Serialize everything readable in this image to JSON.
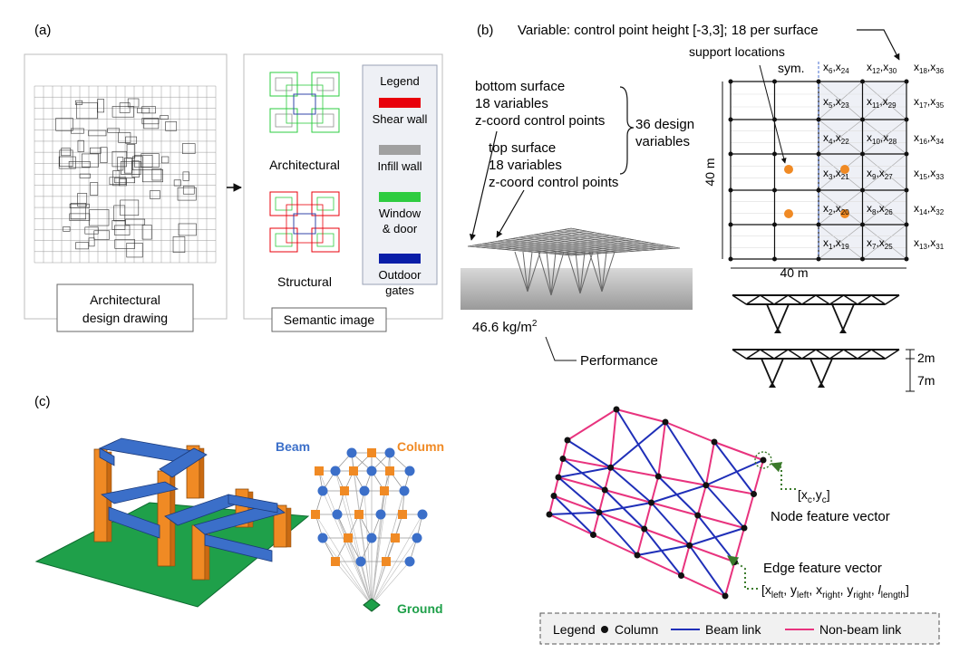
{
  "panel_a": {
    "label": "(a)",
    "caption_left": [
      "Architectural",
      "design drawing"
    ],
    "caption_right": "Semantic image",
    "plan_top": "Architectural",
    "plan_bottom": "Structural",
    "legend_title": "Legend",
    "legend": [
      {
        "label": [
          "Shear wall"
        ],
        "color": "#e8000b"
      },
      {
        "label": [
          "Infill wall"
        ],
        "color": "#a0a0a0"
      },
      {
        "label": [
          "Window",
          "& door"
        ],
        "color": "#2ecc40"
      },
      {
        "label": [
          "Outdoor",
          "gates"
        ],
        "color": "#0a1ea8"
      }
    ]
  },
  "panel_b": {
    "label": "(b)",
    "variable_note": "Variable: control point height [-3,3]; 18 per surface",
    "bottom_surface": [
      "bottom surface",
      "18 variables",
      "z-coord control points"
    ],
    "top_surface": [
      "top surface",
      "18 variables",
      "z-coord control points"
    ],
    "design_vars": [
      "36 design",
      "variables"
    ],
    "support_label": "support locations",
    "sym": "sym.",
    "performance_value": "46.6 kg/m",
    "performance_sup": "2",
    "performance_label": "Performance",
    "dim_height": "40 m",
    "dim_width": "40 m",
    "dim_2m": "2m",
    "dim_7m": "7m",
    "support_color": "#f08a24",
    "grid_vars": [
      [
        [
          "x",
          "6"
        ],
        [
          "x",
          "24"
        ],
        [
          "x",
          "12"
        ],
        [
          "x",
          "30"
        ],
        [
          "x",
          "18"
        ],
        [
          "x",
          "36"
        ]
      ],
      [
        [
          "x",
          "5"
        ],
        [
          "x",
          "23"
        ],
        [
          "x",
          "11"
        ],
        [
          "x",
          "29"
        ],
        [
          "x",
          "17"
        ],
        [
          "x",
          "35"
        ]
      ],
      [
        [
          "x",
          "4"
        ],
        [
          "x",
          "22"
        ],
        [
          "x",
          "10"
        ],
        [
          "x",
          "28"
        ],
        [
          "x",
          "16"
        ],
        [
          "x",
          "34"
        ]
      ],
      [
        [
          "x",
          "3"
        ],
        [
          "x",
          "21"
        ],
        [
          "x",
          "9"
        ],
        [
          "x",
          "27"
        ],
        [
          "x",
          "15"
        ],
        [
          "x",
          "33"
        ]
      ],
      [
        [
          "x",
          "2"
        ],
        [
          "x",
          "20"
        ],
        [
          "x",
          "8"
        ],
        [
          "x",
          "26"
        ],
        [
          "x",
          "14"
        ],
        [
          "x",
          "32"
        ]
      ],
      [
        [
          "x",
          "1"
        ],
        [
          "x",
          "19"
        ],
        [
          "x",
          "7"
        ],
        [
          "x",
          "25"
        ],
        [
          "x",
          "13"
        ],
        [
          "x",
          "31"
        ]
      ]
    ]
  },
  "panel_c": {
    "label": "(c)",
    "beam": "Beam",
    "column": "Column",
    "ground": "Ground",
    "node_vector": "[x",
    "node_feature": "Node feature vector",
    "edge_feature": "Edge feature vector",
    "edge_vector": "[x",
    "legend_title": "Legend",
    "legend_column": "Column",
    "legend_beam": "Beam link",
    "legend_nonbeam": "Non-beam link",
    "beam_color": "#1f2fb8",
    "nonbeam_color": "#e8337e",
    "frame_beam_color": "#3b6fc9",
    "frame_column_color": "#f08a24",
    "ground_color": "#1fa04a"
  }
}
